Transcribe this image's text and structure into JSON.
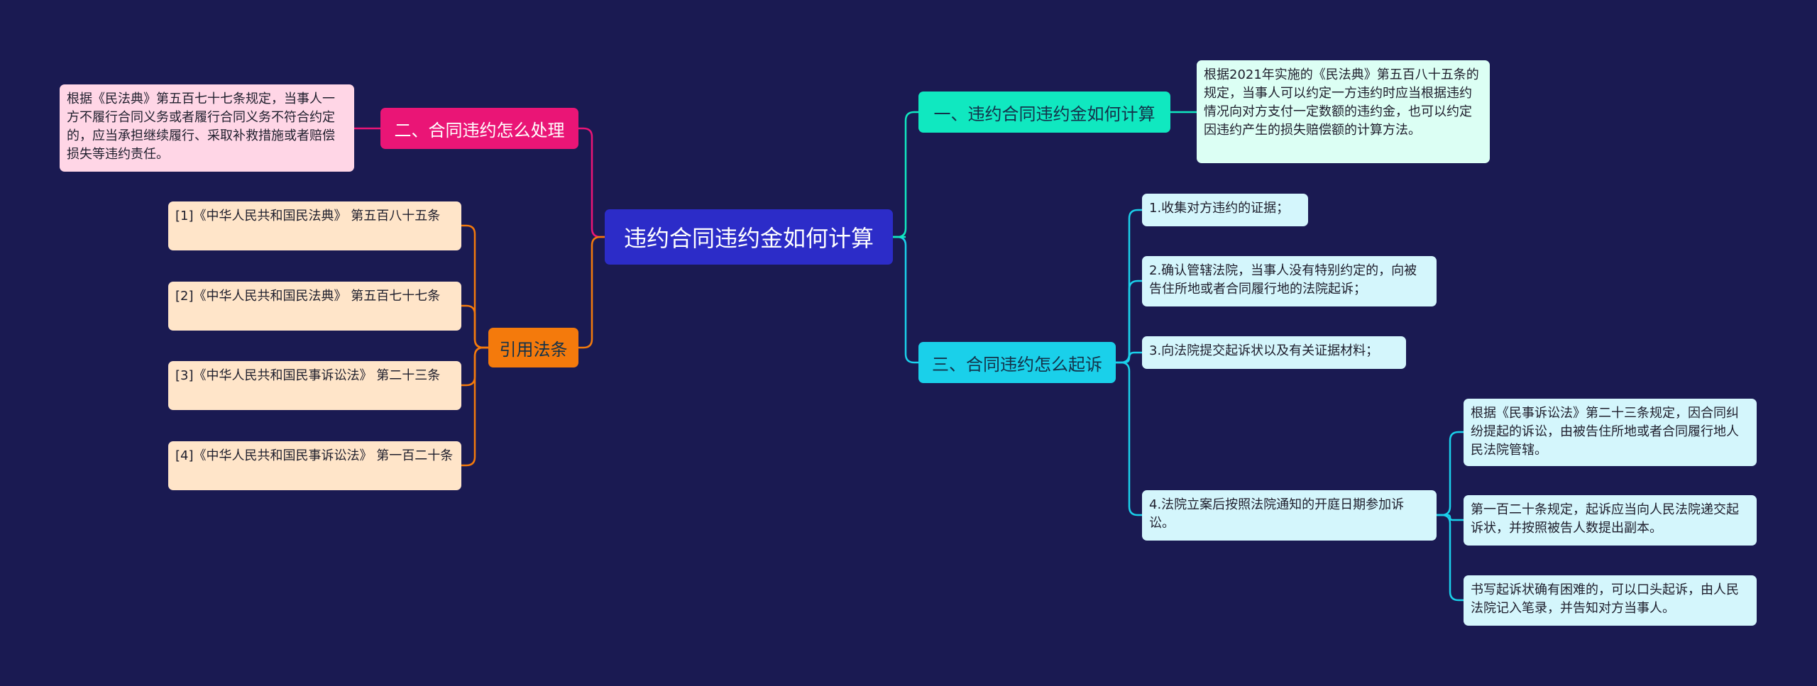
{
  "colors": {
    "background": "#1a1a52",
    "root": "#2c2cc8",
    "branch_calc": "#10e8c0",
    "branch_handle": "#ea1576",
    "branch_sue": "#1ad0ea",
    "branch_law": "#f47a0c"
  },
  "root": {
    "label": "违约合同违约金如何计算"
  },
  "branches": {
    "calc": {
      "label": "一、违约合同违约金如何计算",
      "leaf": "根据2021年实施的《民法典》第五百八十五条的规定，当事人可以约定一方违约时应当根据违约情况向对方支付一定数额的违约金，也可以约定因违约产生的损失赔偿额的计算方法。"
    },
    "handle": {
      "label": "二、合同违约怎么处理",
      "leaf": "根据《民法典》第五百七十七条规定，当事人一方不履行合同义务或者履行合同义务不符合约定的，应当承担继续履行、采取补救措施或者赔偿损失等违约责任。"
    },
    "sue": {
      "label": "三、合同违约怎么起诉",
      "steps": [
        "1.收集对方违约的证据；",
        "2.确认管辖法院，当事人没有特别约定的，向被告住所地或者合同履行地的法院起诉；",
        "3.向法院提交起诉状以及有关证据材料；",
        "4.法院立案后按照法院通知的开庭日期参加诉讼。"
      ],
      "step4_details": [
        "根据《民事诉讼法》第二十三条规定，因合同纠纷提起的诉讼，由被告住所地或者合同履行地人民法院管辖。",
        "第一百二十条规定，起诉应当向人民法院递交起诉状，并按照被告人数提出副本。",
        "书写起诉状确有困难的，可以口头起诉，由人民法院记入笔录，并告知对方当事人。"
      ]
    },
    "law": {
      "label": "引用法条",
      "items": [
        "[1]《中华人民共和国民法典》 第五百八十五条",
        "[2]《中华人民共和国民法典》 第五百七十七条",
        "[3]《中华人民共和国民事诉讼法》 第二十三条",
        "[4]《中华人民共和国民事诉讼法》 第一百二十条"
      ]
    }
  }
}
